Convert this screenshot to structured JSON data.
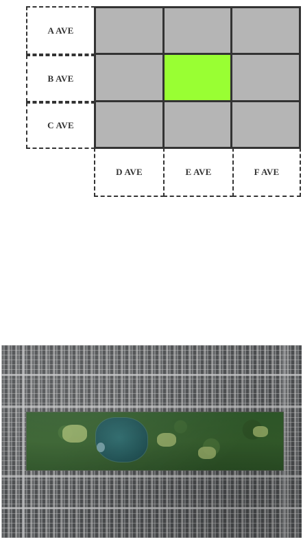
{
  "rows": [
    "A AVE",
    "B AVE",
    "C AVE"
  ],
  "columns": [
    "D AVE",
    "E AVE",
    "F AVE"
  ],
  "grid": {
    "rows": 3,
    "cols": 3,
    "highlight": {
      "row": 1,
      "col": 1
    },
    "cell_color": "#b5b5b5",
    "highlight_color": "#99ff33",
    "line_color": "#333333"
  },
  "aerial_image": {
    "subject": "aerial-city-grid-with-park"
  }
}
